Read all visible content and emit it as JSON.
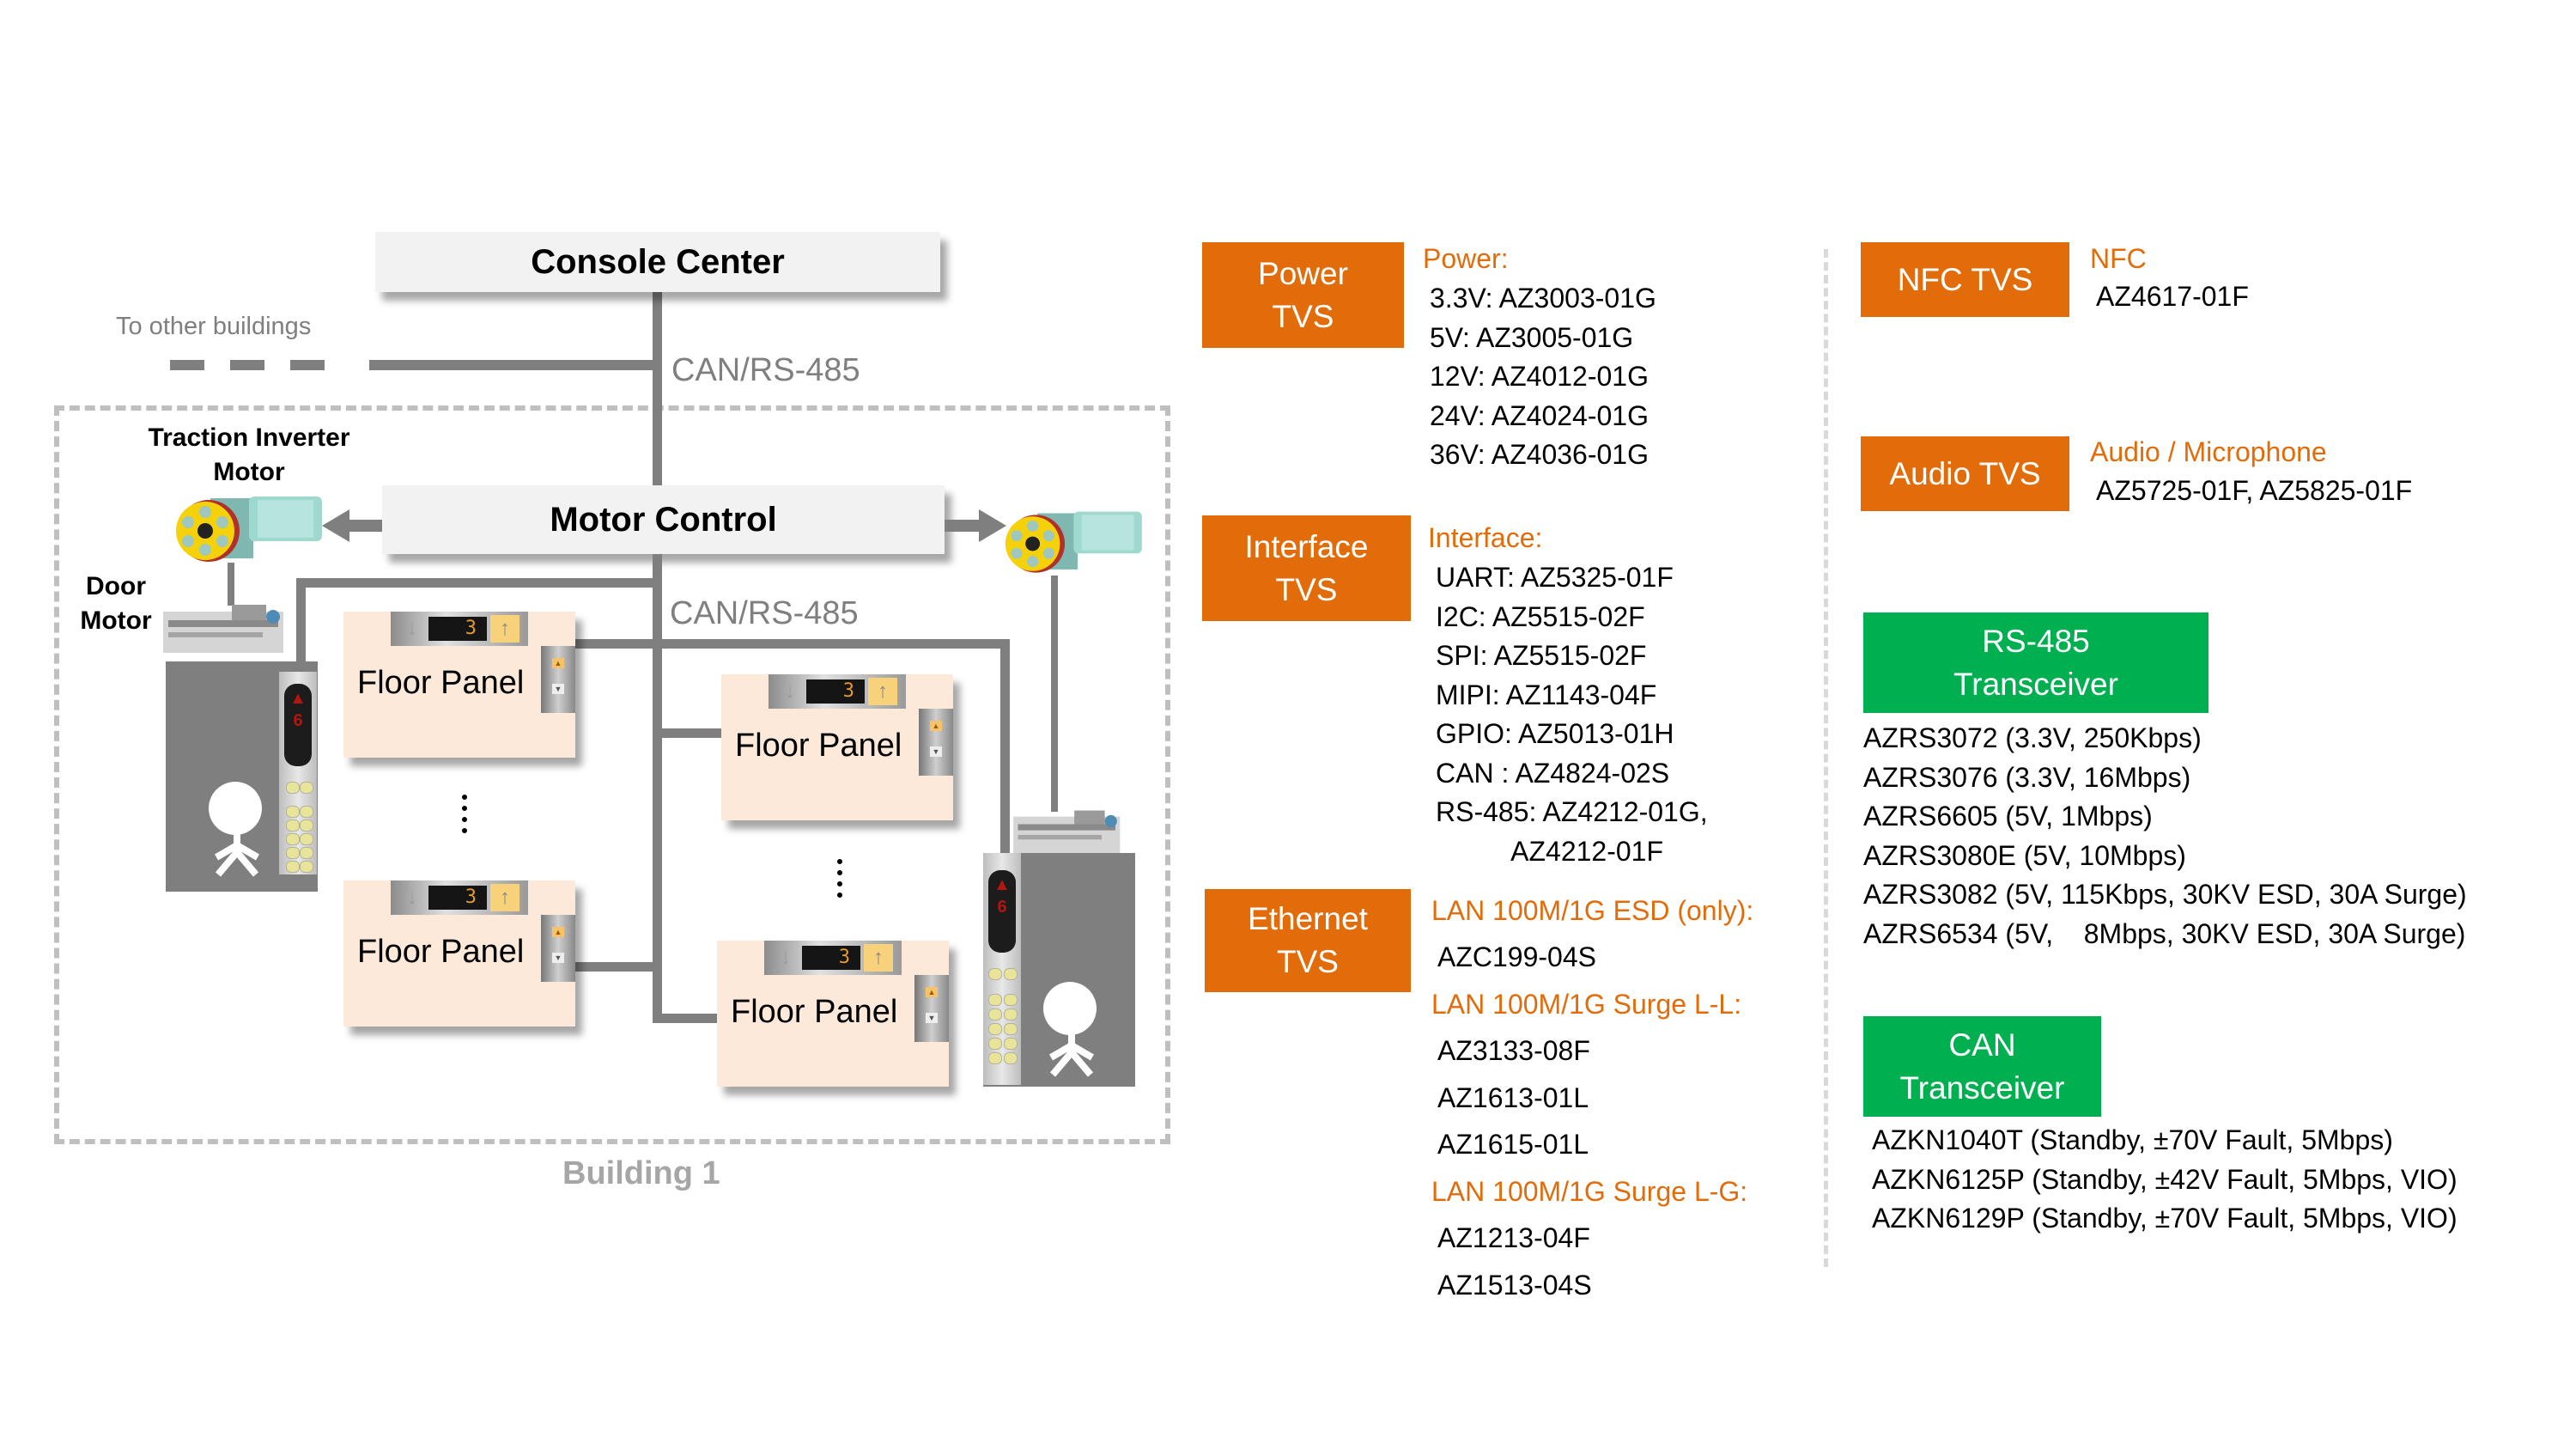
{
  "diagram": {
    "console_center": "Console Center",
    "motor_control": "Motor Control",
    "to_other_buildings": "To other buildings",
    "bus_labels": [
      "CAN/RS-485",
      "CAN/RS-485"
    ],
    "traction_motor_label": [
      "Traction Inverter",
      "Motor"
    ],
    "door_motor_label": [
      "Door",
      "Motor"
    ],
    "building_label": "Building 1",
    "floor_panels": [
      {
        "label": "Floor Panel",
        "floor_display": "3",
        "up_icon": "up-arrow-icon",
        "down_icon": "down-arrow-icon"
      },
      {
        "label": "Floor Panel",
        "floor_display": "3",
        "up_icon": "up-arrow-icon",
        "down_icon": "down-arrow-icon"
      },
      {
        "label": "Floor Panel",
        "floor_display": "3",
        "up_icon": "up-arrow-icon",
        "down_icon": "down-arrow-icon"
      },
      {
        "label": "Floor Panel",
        "floor_display": "3",
        "up_icon": "up-arrow-icon",
        "down_icon": "down-arrow-icon"
      }
    ],
    "car_display": {
      "direction": "▲",
      "floor": "6"
    },
    "glyphs": {
      "up": "↑",
      "down": "↓",
      "small_up": "▲",
      "small_down": "▼"
    },
    "colors": {
      "line": "#7f7f7f",
      "building_border": "#bfbfbf",
      "floor_panel_bg": "#fde9d9",
      "box_bg": "#f2f2f2"
    }
  },
  "products": {
    "colors": {
      "tvs": "#e36c0a",
      "transceiver": "#00b050"
    },
    "power": {
      "box_label": [
        "Power",
        "TVS"
      ],
      "title": "Power:",
      "items": [
        "3.3V: AZ3003-01G",
        "5V: AZ3005-01G",
        "12V: AZ4012-01G",
        "24V: AZ4024-01G",
        "36V: AZ4036-01G"
      ]
    },
    "interface": {
      "box_label": [
        "Interface",
        "TVS"
      ],
      "title": "Interface:",
      "items": [
        "UART: AZ5325-01F",
        "I2C: AZ5515-02F",
        "SPI: AZ5515-02F",
        "MIPI: AZ1143-04F",
        "GPIO: AZ5013-01H",
        "CAN : AZ4824-02S",
        "RS-485: AZ4212-01G,",
        "          AZ4212-01F"
      ]
    },
    "ethernet": {
      "box_label": [
        "Ethernet",
        "TVS"
      ],
      "groups": [
        {
          "title": "LAN 100M/1G ESD (only):",
          "items": [
            "AZC199-04S"
          ]
        },
        {
          "title": "LAN 100M/1G Surge L-L:",
          "items": [
            "AZ3133-08F",
            "AZ1613-01L",
            "AZ1615-01L"
          ]
        },
        {
          "title": "LAN 100M/1G Surge L-G:",
          "items": [
            "AZ1213-04F",
            "AZ1513-04S"
          ]
        }
      ]
    },
    "nfc": {
      "box_label": "NFC TVS",
      "title": "NFC",
      "items": [
        "AZ4617-01F"
      ]
    },
    "audio": {
      "box_label": "Audio TVS",
      "title": "Audio / Microphone",
      "items": [
        "AZ5725-01F, AZ5825-01F"
      ]
    },
    "rs485": {
      "box_label": [
        "RS-485",
        "Transceiver"
      ],
      "items": [
        "AZRS3072 (3.3V, 250Kbps)",
        "AZRS3076 (3.3V, 16Mbps)",
        "AZRS6605 (5V, 1Mbps)",
        "AZRS3080E (5V, 10Mbps)",
        "AZRS3082 (5V, 115Kbps, 30KV ESD, 30A Surge)",
        "AZRS6534 (5V,    8Mbps, 30KV ESD, 30A Surge)"
      ]
    },
    "can": {
      "box_label": [
        "CAN",
        "Transceiver"
      ],
      "items": [
        "AZKN1040T (Standby, ±70V Fault, 5Mbps)",
        "AZKN6125P (Standby, ±42V Fault, 5Mbps, VIO)",
        "AZKN6129P (Standby, ±70V Fault, 5Mbps, VIO)"
      ]
    }
  }
}
